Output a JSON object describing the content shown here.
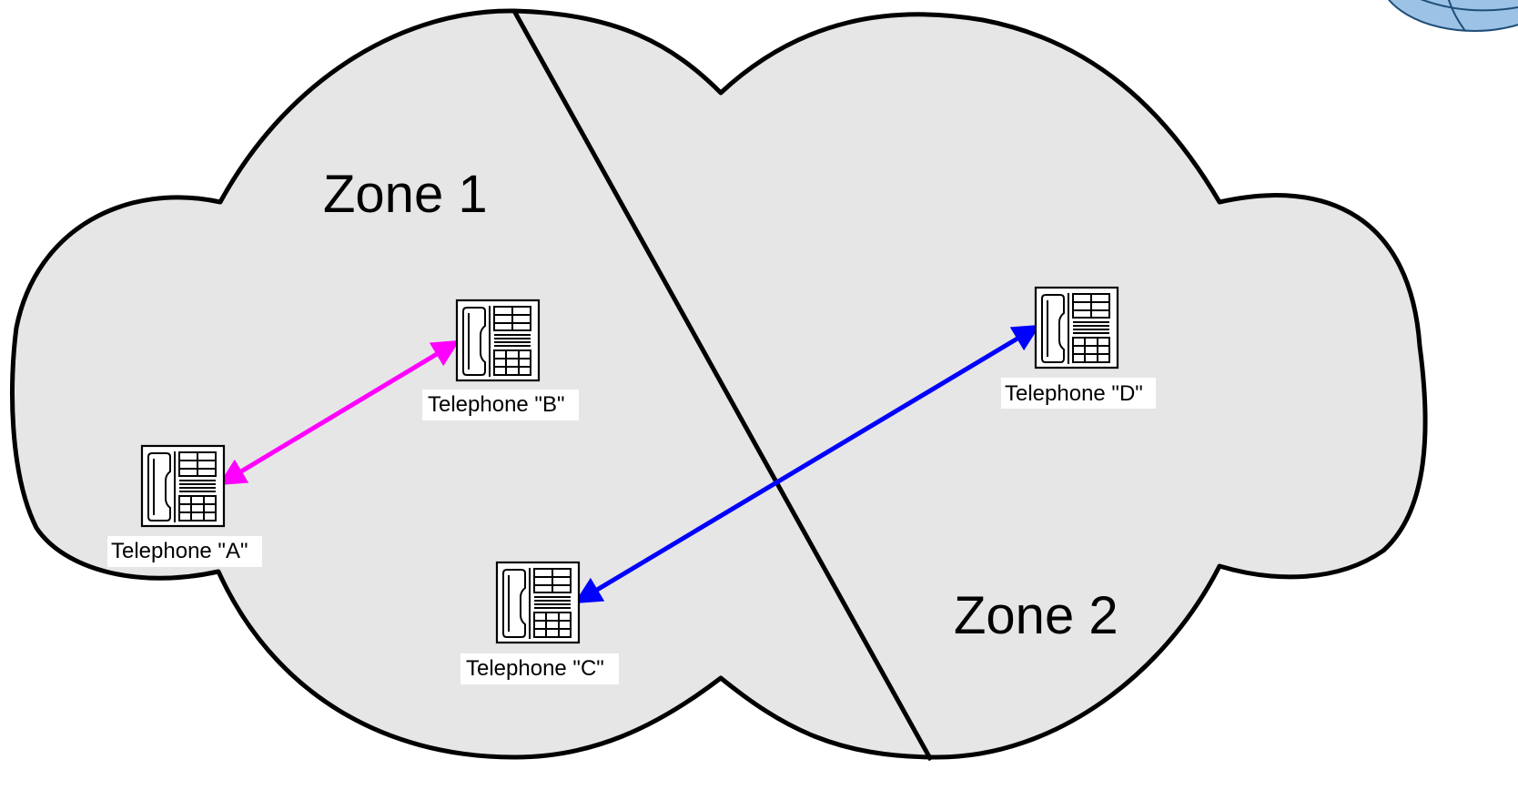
{
  "zones": [
    {
      "label": "Zone 1"
    },
    {
      "label": "Zone 2"
    }
  ],
  "telephones": [
    {
      "id": "A",
      "label": "Telephone \"A\""
    },
    {
      "id": "B",
      "label": "Telephone \"B\""
    },
    {
      "id": "C",
      "label": "Telephone \"C\""
    },
    {
      "id": "D",
      "label": "Telephone \"D\""
    }
  ],
  "connections": [
    {
      "from": "A",
      "to": "B",
      "color": "#ff00ff",
      "style": "double-headed arrow"
    },
    {
      "from": "C",
      "to": "D",
      "color": "#0000ff",
      "style": "double-headed arrow"
    }
  ],
  "colors": {
    "cloud_fill": "#e6e6e6",
    "outline": "#000000",
    "globe": "#9cc3e6"
  },
  "icons": {
    "telephone": "desk-telephone-icon",
    "corner": "globe-icon"
  }
}
